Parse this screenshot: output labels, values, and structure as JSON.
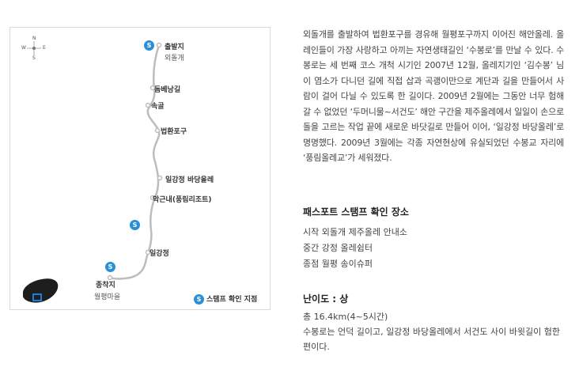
{
  "map": {
    "compass": {
      "n": "N",
      "s": "S",
      "w": "W",
      "e": "E"
    },
    "badge_letter": "S",
    "start_label": "출발지",
    "start_sub": "외돌개",
    "waypoints": [
      "돔베낭길",
      "속골",
      "법환포구",
      "일강정 바당올레",
      "악근내(풍림리조트)",
      "일강정"
    ],
    "end_label": "종착지",
    "end_sub": "월평마을",
    "legend_text": "스탬프 확인 지점"
  },
  "description": "외돌개를 출발하여 법환포구를 경유해 월평포구까지 이어진 해안올레. 올레인들이 가장 사랑하고 아끼는 자연생태길인 ‘수봉로’를 만날 수 있다. 수봉로는 세 번째 코스 개척 시기인 2007년 12월, 올레지기인 ‘김수봉’ 님이 염소가 다니던 길에 직접 삽과 곡괭이만으로 계단과 길을 만들어서 사람이 걸어 다닐 수 있도록 한 길이다. 2009년 2월에는 그동안 너무 험해 갈 수 없었던 ‘두머니물~서건도’ 해안 구간을 제주올레에서 일일이 손으로 돌을 고르는 작업 끝에 새로운 바닷길로 만들어 이어, ‘일강정 바당올레’로 명명했다. 2009년 3월에는 각종 자연현상에 유실되었던 수봉교 자리에 ‘풍림올레교’가 세워졌다.",
  "passport": {
    "title": "패스포트 스탬프 확인 장소",
    "lines": [
      "시작 외돌개 제주올레 안내소",
      "중간 강정 올레쉼터",
      "종점 월평 송이슈퍼"
    ]
  },
  "difficulty": {
    "title": "난이도 : 상",
    "total": "총 16.4km(4~5시간)",
    "note": "수봉로는 언덕 길이고, 일강정 바당올레에서 서건도 사이 바윗길이 험한 편이다."
  },
  "colors": {
    "route": "#bdbdbd",
    "badge": "#2a8fd6",
    "island": "#1e1e1e",
    "marker": "#1a7fd8"
  }
}
